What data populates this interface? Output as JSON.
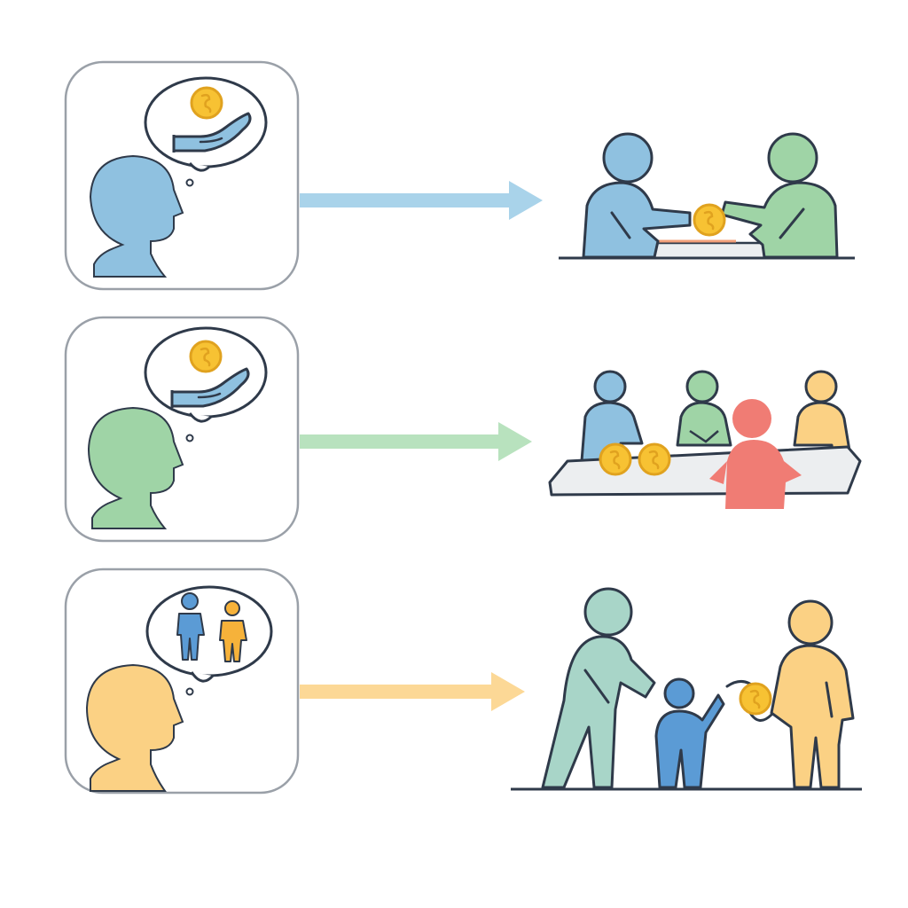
{
  "colors": {
    "stroke": "#2f3a4a",
    "panel_border": "#9aa0a8",
    "blue": "#8fc1e0",
    "green": "#9fd4a6",
    "yellow": "#fbd184",
    "teal": "#a8d5c8",
    "red": "#f07c74",
    "child_blue": "#5b9bd5",
    "coin": "#f7c233",
    "coin_edge": "#e0a21f",
    "table": "#eceef0",
    "arrow_blue": "#a9d3ea",
    "arrow_green": "#b8e2be",
    "arrow_yellow": "#fcd896"
  },
  "rows": [
    {
      "thought_icon": "hand-coin-icon",
      "scene": "two-people-exchange-coin"
    },
    {
      "thought_icon": "hand-coin-icon",
      "scene": "group-at-table-with-coins"
    },
    {
      "thought_icon": "two-people-icon",
      "scene": "adult-child-adult-coin"
    }
  ]
}
